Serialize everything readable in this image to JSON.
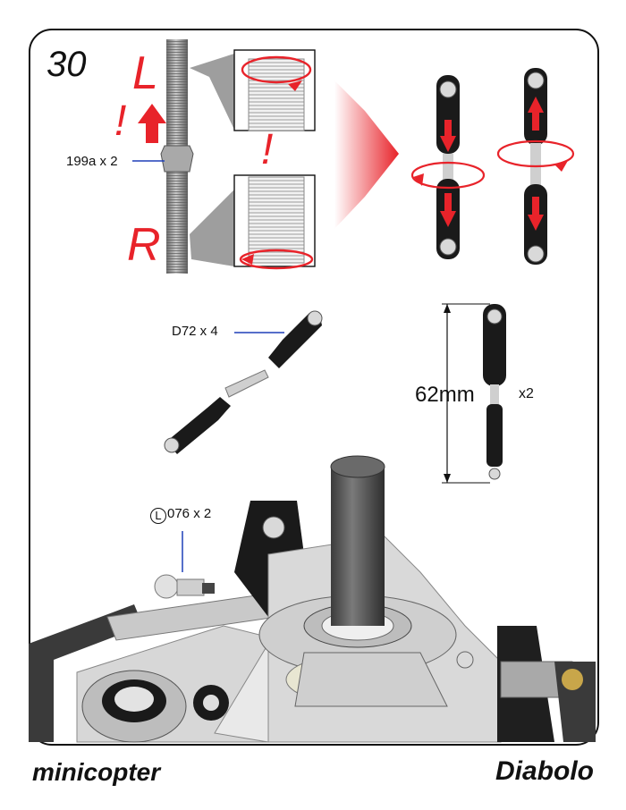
{
  "step": {
    "number": "30"
  },
  "markers": {
    "left_thread": "L",
    "right_thread": "R",
    "caution_left": "!",
    "caution_center": "!"
  },
  "parts": {
    "rod_label": "199a x 2",
    "rod_end_label": "D72 x 4",
    "ball_label_symbol": "L",
    "ball_label": "076 x 2"
  },
  "measurement": {
    "length": "62mm",
    "quantity": "x2"
  },
  "footer": {
    "left_brand": "minicopter",
    "right_model": "Diabolo"
  },
  "colors": {
    "accent_red": "#e8232a",
    "rod_end_black": "#1a1a1a",
    "metal_grey": "#9a9a9a"
  },
  "icons": [
    "up-arrow-icon",
    "rotate-arrow-icon",
    "direction-arrow-icon"
  ]
}
